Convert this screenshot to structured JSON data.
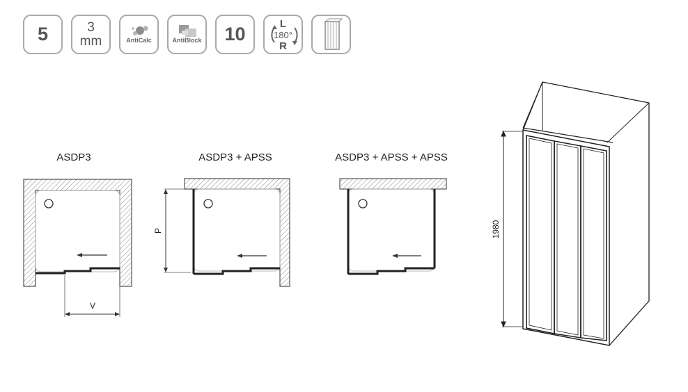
{
  "badges": [
    {
      "id": "thickness-number",
      "text": "5"
    },
    {
      "id": "glass-thickness",
      "line1": "3",
      "line2": "mm"
    },
    {
      "id": "anticalc",
      "label": "AntiCalc"
    },
    {
      "id": "antiblock",
      "label": "AntiBlock"
    },
    {
      "id": "warranty",
      "text": "10"
    },
    {
      "id": "reversible",
      "l": "L",
      "deg": "180°",
      "r": "R"
    },
    {
      "id": "enclosure-icon"
    }
  ],
  "diagrams": {
    "asdp3": {
      "title": "ASDP3",
      "dim_label": "V"
    },
    "asdp3_apss": {
      "title": "ASDP3 + APSS",
      "dim_label": "P"
    },
    "asdp3_apss_apss": {
      "title": "ASDP3 + APSS + APSS"
    }
  },
  "perspective": {
    "height_label": "1980"
  },
  "colors": {
    "badge_border": "#a9a9a9",
    "hatch": "#8a8a8a",
    "line": "#222222"
  }
}
